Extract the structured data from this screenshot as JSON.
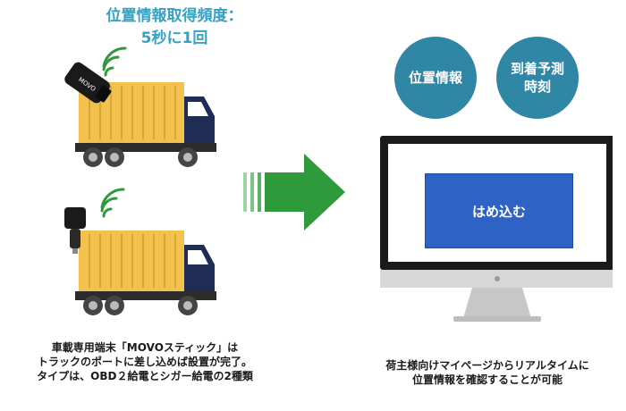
{
  "heading": {
    "line1": "位置情報取得頻度：",
    "line2": "5秒に1回"
  },
  "device_label": "MOVO",
  "circles": [
    {
      "lines": [
        "位置情報"
      ]
    },
    {
      "lines": [
        "到着予測",
        "時刻"
      ]
    }
  ],
  "screen_label": "はめ込む",
  "caption_left": [
    "車載専用端末「MOVOスティック」は",
    "トラックのポートに差し込めば設置が完了。",
    "タイプは、OBD２給電とシガー給電の2種類"
  ],
  "caption_right": [
    "荷主様向けマイページからリアルタイムに",
    "位置情報を確認することが可能"
  ],
  "colors": {
    "heading": "#35a2c3",
    "circle": "#2f86a5",
    "arrow": "#2e9a3c",
    "cargo": "#f2c14e",
    "cab": "#1f2d55",
    "screen": "#2e62c5",
    "signal": "#2e9a3c"
  }
}
